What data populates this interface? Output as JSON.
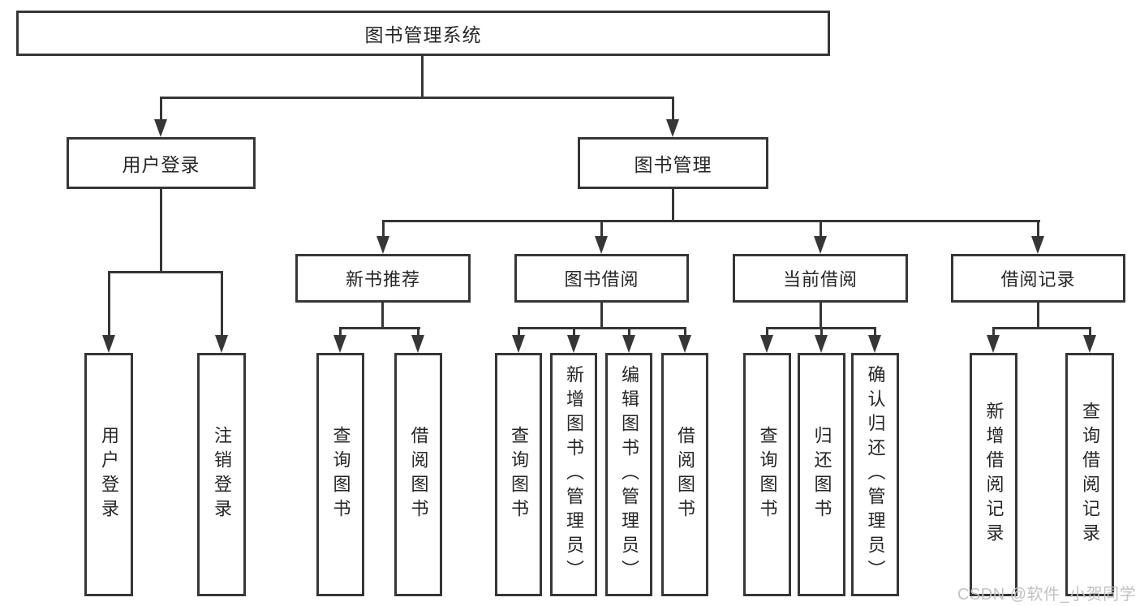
{
  "diagram_title": "图书管理系统",
  "colors": {
    "line": "#363636",
    "text": "#262626",
    "background": "#ffffff",
    "watermark": "#c2c2c2"
  },
  "tree": {
    "root": {
      "label": "图书管理系统"
    },
    "branches": [
      {
        "label": "用户登录",
        "children": [
          {
            "label": "用户登录"
          },
          {
            "label": "注销登录"
          }
        ]
      },
      {
        "label": "图书管理",
        "children": [
          {
            "label": "新书推荐",
            "children": [
              {
                "label": "查询图书"
              },
              {
                "label": "借阅图书"
              }
            ]
          },
          {
            "label": "图书借阅",
            "children": [
              {
                "label": "查询图书"
              },
              {
                "label": "新增图书（管理员）"
              },
              {
                "label": "编辑图书（管理员）"
              },
              {
                "label": "借阅图书"
              }
            ]
          },
          {
            "label": "当前借阅",
            "children": [
              {
                "label": "查询图书"
              },
              {
                "label": "归还图书"
              },
              {
                "label": "确认归还（管理员）"
              }
            ]
          },
          {
            "label": "借阅记录",
            "children": [
              {
                "label": "新增借阅记录"
              },
              {
                "label": "查询借阅记录"
              }
            ]
          }
        ]
      }
    ]
  },
  "watermark": {
    "text": "CSDN @软件_小贺同学"
  }
}
